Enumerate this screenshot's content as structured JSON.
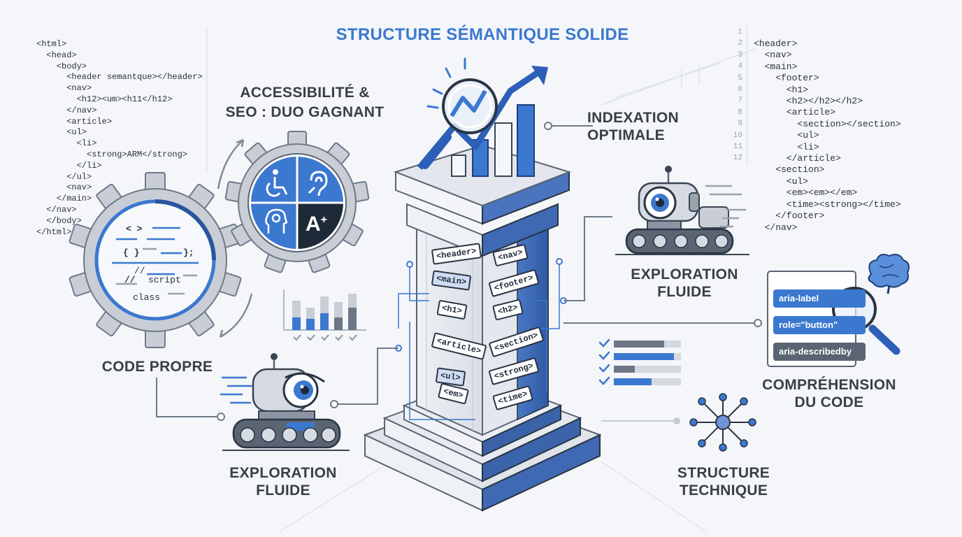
{
  "title": "STRUCTURE SÉMANTIQUE SOLIDE",
  "labels": {
    "accessibility": [
      "ACCESSIBILITÉ &",
      "SEO : DUO GAGNANT"
    ],
    "indexation": [
      "INDEXATION",
      "OPTIMALE"
    ],
    "exploration_right": [
      "EXPLORATION",
      "FLUIDE"
    ],
    "exploration_left": [
      "EXPLORATION",
      "FLUIDE"
    ],
    "code_propre": "CODE PROPRE",
    "comprehension": [
      "COMPRÉHENSION",
      "DU CODE"
    ],
    "structure_technique": [
      "STRUCTURE",
      "TECHNIQUE"
    ]
  },
  "left_code": [
    "<html>",
    "  <head>",
    "    <body>",
    "      <header semantque></header>",
    "      <nav>",
    "        <h12><um><h11</h12>",
    "      </nav>",
    "      <article>",
    "      <ul>",
    "        <li>",
    "          <strong>ARM</strong>",
    "        </li>",
    "      </ul>",
    "      <nav>",
    "    </main>",
    "  </nav>",
    "  </body>",
    "</html>"
  ],
  "right_code": [
    "<header>",
    "  <nav>",
    "  <main>",
    "    <footer>",
    "      <h1>",
    "      <h2></h2></h2>",
    "      <article>",
    "        <section></section>",
    "        <ul>",
    "        <li>",
    "      </article>",
    "    <section>",
    "      <ul>",
    "      <em><em></em>",
    "      <time><strong></time>",
    "    </footer>",
    "  </nav>"
  ],
  "line_numbers": [
    "1",
    "2",
    "3",
    "4",
    "5",
    "6",
    "7",
    "8",
    "9",
    "10",
    "11",
    "12"
  ],
  "gear_code": {
    "line1": "< >",
    "line2_left": "{ }",
    "line2_right": "};",
    "line3": "//",
    "line4_left": "//",
    "line4_right": "script",
    "line5": "class"
  },
  "accessibility_quadrants": {
    "a_plus": "A",
    "a_plus_sup": "+"
  },
  "column_tags_left": [
    "<header>",
    "<main>",
    "<h1>",
    "<article>",
    "<ul>",
    "<em>"
  ],
  "column_tags_right": [
    "<nav>",
    "<footer>",
    "<h2>",
    "<section>",
    "<strong>",
    "<time>"
  ],
  "aria_items": [
    "aria-label",
    "role=\"button\"",
    "aria-describedby"
  ],
  "colors": {
    "accent": "#3b78d0",
    "dark": "#2a3442",
    "gear": "#c9ced6",
    "text": "#3a3f47"
  }
}
